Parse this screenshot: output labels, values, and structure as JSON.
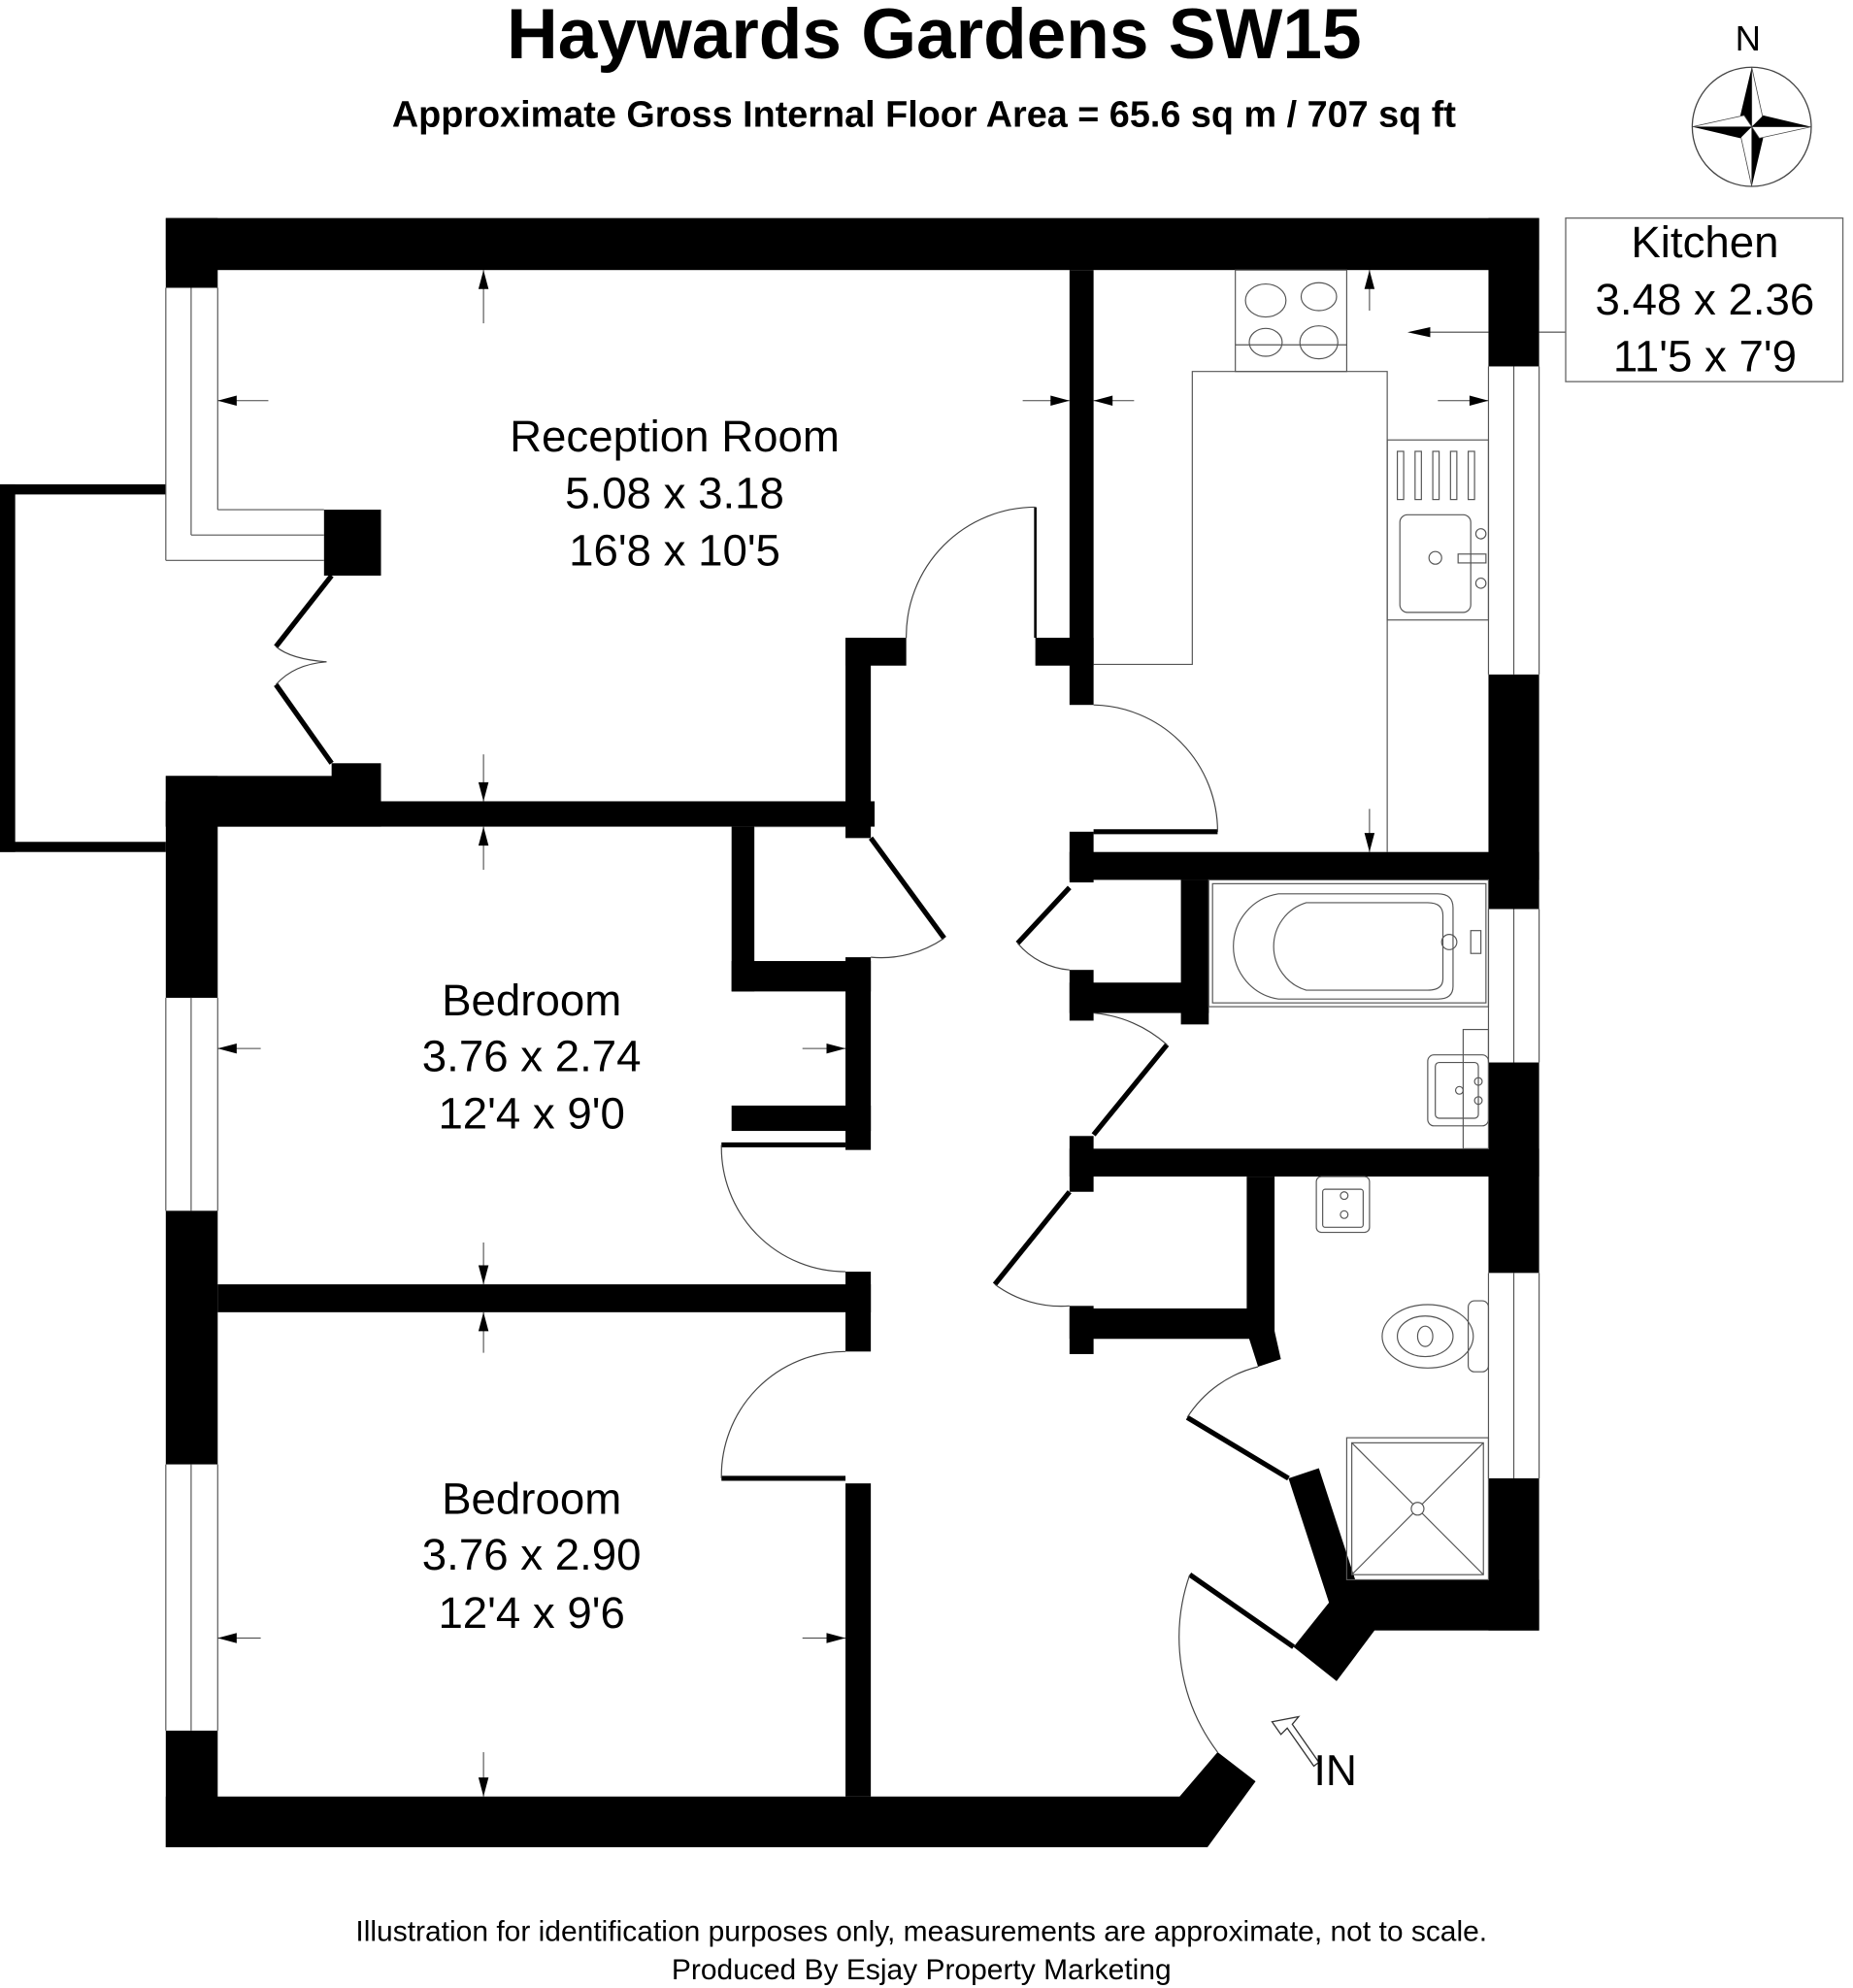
{
  "header": {
    "title": "Haywards Gardens SW15",
    "subtitle": "Approximate Gross Internal Floor Area = 65.6 sq m / 707 sq ft"
  },
  "compass": {
    "label": "N",
    "icon": "compass-rose-icon"
  },
  "rooms": {
    "reception": {
      "name": "Reception Room",
      "metric": "5.08 x 3.18",
      "imperial": "16'8 x 10'5"
    },
    "kitchen": {
      "name": "Kitchen",
      "metric": "3.48 x 2.36",
      "imperial": "11'5 x 7'9"
    },
    "bedroom1": {
      "name": "Bedroom",
      "metric": "3.76 x 2.74",
      "imperial": "12'4 x 9'0"
    },
    "bedroom2": {
      "name": "Bedroom",
      "metric": "3.76 x 2.90",
      "imperial": "12'4 x 9'6"
    }
  },
  "entrance": {
    "label": "IN",
    "icon": "entrance-arrow-icon"
  },
  "fixtures": [
    "hob-icon",
    "kitchen-sink-icon",
    "bath-icon",
    "basin-icon",
    "toilet-icon",
    "shower-tray-icon"
  ],
  "footer": {
    "disclaimer": "Illustration for identification purposes only, measurements are approximate, not to scale.",
    "credit": "Produced By Esjay Property Marketing"
  },
  "colors": {
    "wall": "#000000",
    "background": "#ffffff",
    "fixture_line": "#555555"
  }
}
